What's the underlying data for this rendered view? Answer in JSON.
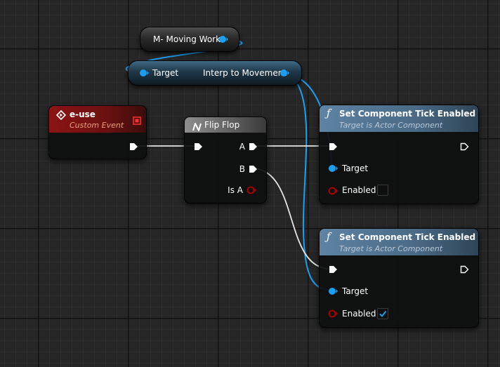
{
  "var_node": {
    "label": "M- Moving Work"
  },
  "interp_node": {
    "target_label": "Target",
    "output_label": "Interp to Movement"
  },
  "event_node": {
    "title": "e-use",
    "subtitle": "Custom Event"
  },
  "flipflop_node": {
    "title": "Flip Flop",
    "pin_a": "A",
    "pin_b": "B",
    "pin_is_a": "Is A"
  },
  "tick_node_1": {
    "title": "Set Component Tick Enabled",
    "subtitle": "Target is Actor Component",
    "target_label": "Target",
    "enabled_label": "Enabled",
    "enabled": false
  },
  "tick_node_2": {
    "title": "Set Component Tick Enabled",
    "subtitle": "Target is Actor Component",
    "target_label": "Target",
    "enabled_label": "Enabled",
    "enabled": true
  },
  "colors": {
    "object_pin": "#1e9ef0",
    "bool_pin": "#8c0000",
    "event_header": "#8c1414",
    "function_header": "#5a7d9c",
    "flipflop_header": "#8a8a8a",
    "exec_wire": "#ffffff"
  }
}
